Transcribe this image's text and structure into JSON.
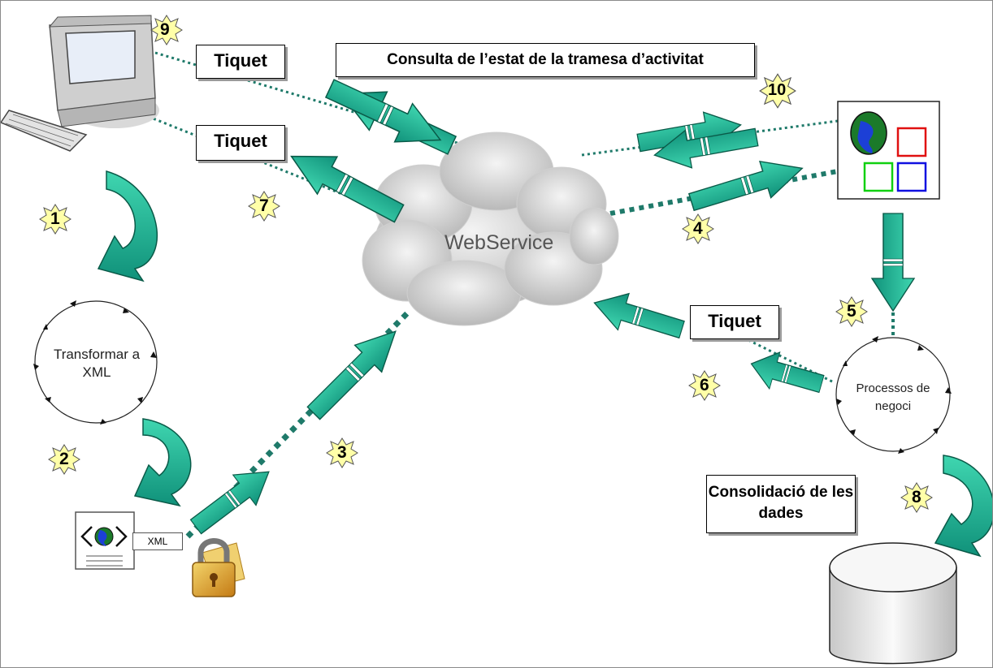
{
  "diagram": {
    "title": "Consulta de l’estat de la tramesa d’activitat",
    "cloud_label": "WebService",
    "transform_label": "Transformar a XML",
    "business_label": "Processos de negoci",
    "consolidation_label": "Consolidació de les dades",
    "xml_tag": "XML",
    "tickets": [
      "Tiquet",
      "Tiquet",
      "Tiquet"
    ],
    "steps": [
      "1",
      "2",
      "3",
      "4",
      "5",
      "6",
      "7",
      "8",
      "9",
      "10"
    ],
    "colors": {
      "arrow_fill": "#1aae8c",
      "arrow_stroke": "#0a5a48",
      "dotted_line": "#1f7a6a",
      "step_badge": "#ffffa8",
      "cloud": "#d6d6d6"
    }
  }
}
